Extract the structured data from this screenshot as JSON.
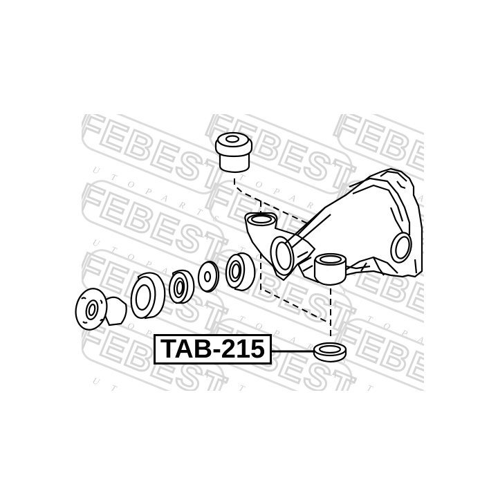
{
  "diagram": {
    "type": "exploded-parts-diagram",
    "subject": "rear differential mount / housing assembly",
    "part_label": "TAB-215",
    "watermark": {
      "brand": "FEBEST",
      "tagline": "A U T O   P A R T S",
      "color": "#d9d9d9"
    },
    "line_color": "#000000",
    "background": "#ffffff",
    "components": [
      {
        "name": "upper-mount-bushing",
        "label": ""
      },
      {
        "name": "differential-housing",
        "label": ""
      },
      {
        "name": "companion-flange",
        "label": ""
      },
      {
        "name": "oil-seal",
        "label": ""
      },
      {
        "name": "seal-ring",
        "label": ""
      },
      {
        "name": "washer",
        "label": ""
      },
      {
        "name": "front-mount-bushing",
        "label": ""
      },
      {
        "name": "lower-mount-washer",
        "label": "TAB-215"
      }
    ]
  }
}
